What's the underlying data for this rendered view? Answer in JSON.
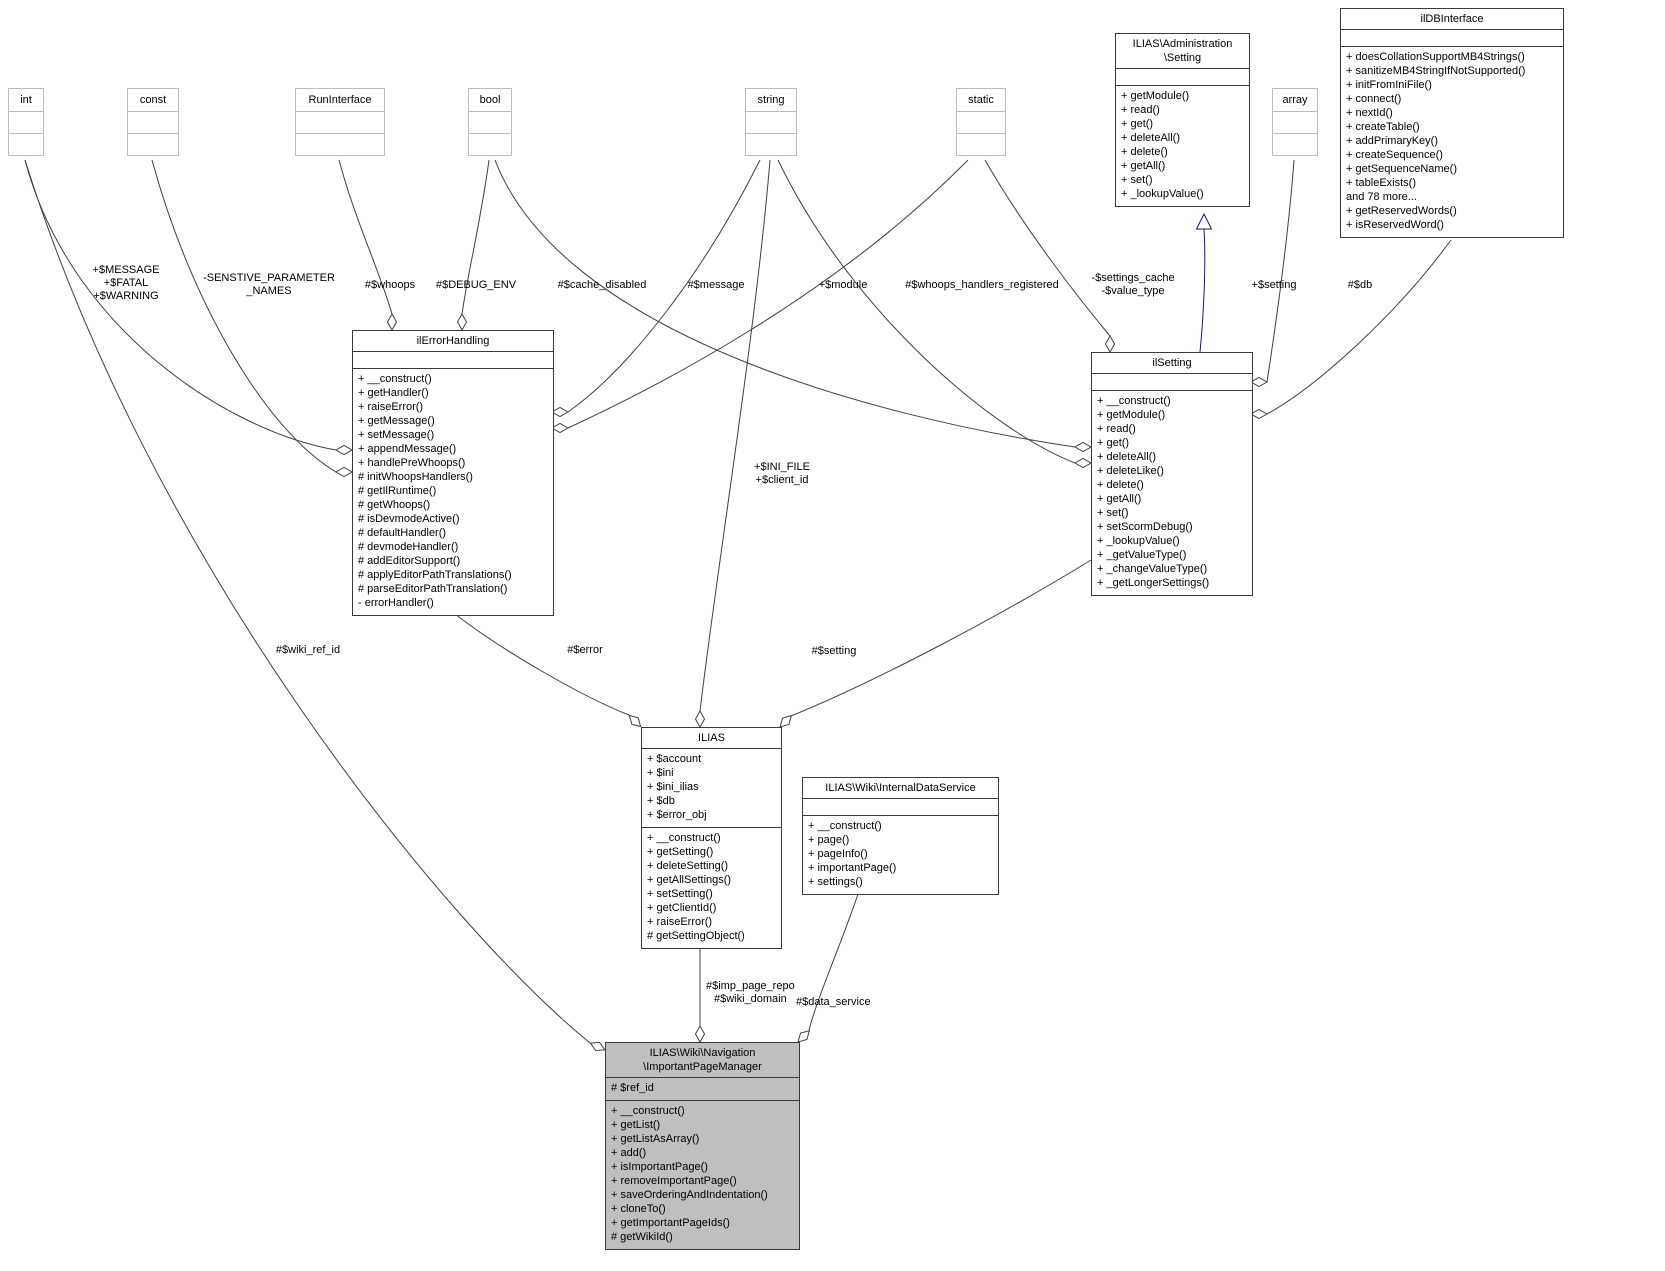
{
  "colors": {
    "edge": "#404040",
    "inherit": "#191970",
    "plain_border": "#bdbdbd",
    "class_border": "#3a3a3a",
    "highlight_fill": "#bfbfbf",
    "background": "#ffffff"
  },
  "classes": {
    "int_box": {
      "title": "int",
      "attrs": [],
      "methods": []
    },
    "const_box": {
      "title": "const",
      "attrs": [],
      "methods": []
    },
    "run_interface": {
      "title": "RunInterface",
      "attrs": [],
      "methods": []
    },
    "bool_box": {
      "title": "bool",
      "attrs": [],
      "methods": []
    },
    "string_box": {
      "title": "string",
      "attrs": [],
      "methods": []
    },
    "static_box": {
      "title": "static",
      "attrs": [],
      "methods": []
    },
    "array_box": {
      "title": "array",
      "attrs": [],
      "methods": []
    },
    "admin_setting": {
      "title": "ILIAS\\Administration\n\\Setting",
      "attrs": [],
      "methods": [
        "+ getModule()",
        "+ read()",
        "+ get()",
        "+ deleteAll()",
        "+ delete()",
        "+ getAll()",
        "+ set()",
        "+ _lookupValue()"
      ]
    },
    "il_db_interface": {
      "title": "ilDBInterface",
      "attrs": [],
      "methods": [
        "+ doesCollationSupportMB4Strings()",
        "+ sanitizeMB4StringIfNotSupported()",
        "+ initFromIniFile()",
        "+ connect()",
        "+ nextId()",
        "+ createTable()",
        "+ addPrimaryKey()",
        "+ createSequence()",
        "+ getSequenceName()",
        "+ tableExists()",
        "and 78 more...",
        "+ getReservedWords()",
        "+ isReservedWord()"
      ]
    },
    "il_error_handling": {
      "title": "ilErrorHandling",
      "attrs": [],
      "methods": [
        "+ __construct()",
        "+ getHandler()",
        "+ raiseError()",
        "+ getMessage()",
        "+ setMessage()",
        "+ appendMessage()",
        "+ handlePreWhoops()",
        "# initWhoopsHandlers()",
        "# getIlRuntime()",
        "# getWhoops()",
        "# isDevmodeActive()",
        "# defaultHandler()",
        "# devmodeHandler()",
        "# addEditorSupport()",
        "# applyEditorPathTranslations()",
        "# parseEditorPathTranslation()",
        "- errorHandler()"
      ]
    },
    "il_setting": {
      "title": "ilSetting",
      "attrs": [],
      "methods": [
        "+ __construct()",
        "+ getModule()",
        "+ read()",
        "+ get()",
        "+ deleteAll()",
        "+ deleteLike()",
        "+ delete()",
        "+ getAll()",
        "+ set()",
        "+ setScormDebug()",
        "+ _lookupValue()",
        "+ _getValueType()",
        "+ _changeValueType()",
        "+ _getLongerSettings()"
      ]
    },
    "ilias": {
      "title": "ILIAS",
      "attrs": [
        "+ $account",
        "+ $ini",
        "+ $ini_ilias",
        "+ $db",
        "+ $error_obj"
      ],
      "methods": [
        "+ __construct()",
        "+ getSetting()",
        "+ deleteSetting()",
        "+ getAllSettings()",
        "+ setSetting()",
        "+ getClientId()",
        "+ raiseError()",
        "# getSettingObject()"
      ]
    },
    "internal_data_service": {
      "title": "ILIAS\\Wiki\\InternalDataService",
      "attrs": [],
      "methods": [
        "+ __construct()",
        "+ page()",
        "+ pageInfo()",
        "+ importantPage()",
        "+ settings()"
      ]
    },
    "important_page_manager": {
      "title": "ILIAS\\Wiki\\Navigation\n\\ImportantPageManager",
      "attrs": [
        "# $ref_id"
      ],
      "methods": [
        "+ __construct()",
        "+ getList()",
        "+ getListAsArray()",
        "+ add()",
        "+ isImportantPage()",
        "+ removeImportantPage()",
        "+ saveOrderingAndIndentation()",
        "+ cloneTo()",
        "+ getImportantPageIds()",
        "# getWikiId()"
      ]
    }
  },
  "edge_labels": {
    "message_fatal_warning": "+$MESSAGE\n+$FATAL\n+$WARNING",
    "senstive_parameter_names": "-SENSTIVE_PARAMETER\n_NAMES",
    "whoops": "#$whoops",
    "debug_env": "#$DEBUG_ENV",
    "cache_disabled": "#$cache_disabled",
    "message": "#$message",
    "module": "+$module",
    "whoops_handlers_registered": "#$whoops_handlers_registered",
    "settings_cache": "-$settings_cache\n-$value_type",
    "setting_array": "+$setting",
    "db": "#$db",
    "ini_file": "+$INI_FILE\n+$client_id",
    "error": "#$error",
    "setting": "#$setting",
    "wiki_ref_id": "#$wiki_ref_id",
    "imp_page_repo": "#$imp_page_repo\n#$wiki_domain",
    "data_service": "#$data_service"
  }
}
